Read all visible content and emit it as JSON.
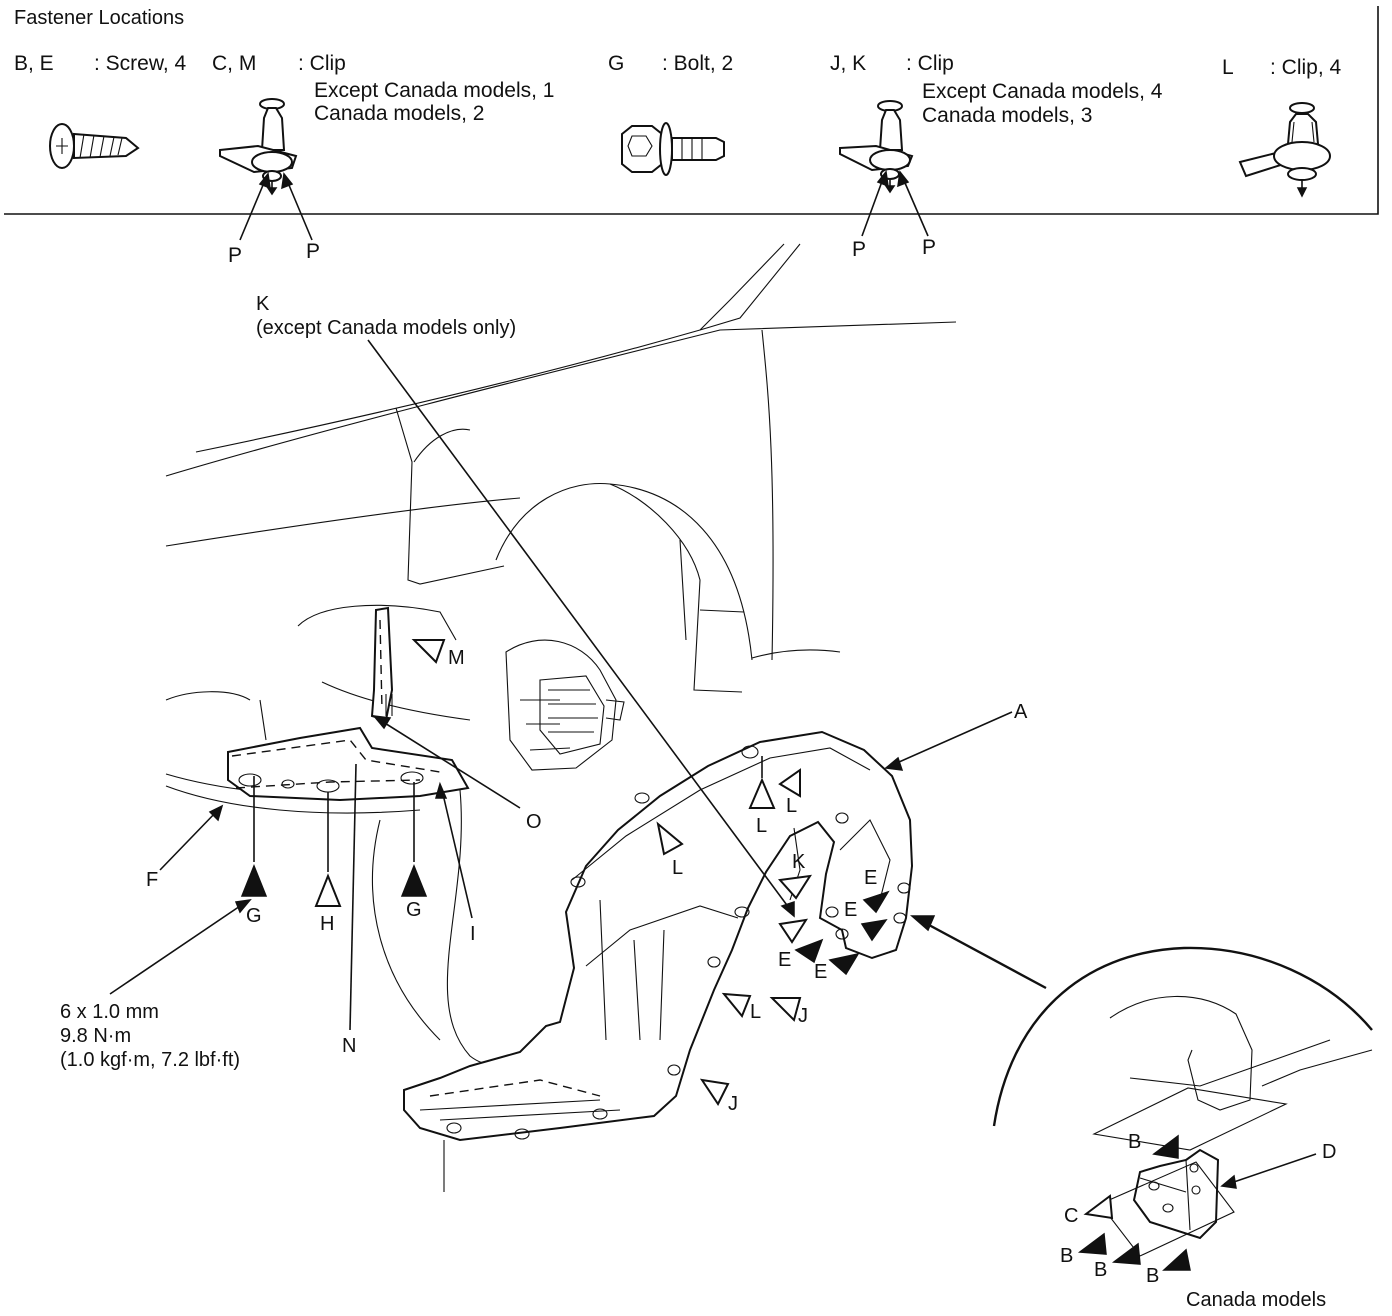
{
  "header": {
    "title": "Fastener Locations",
    "groups": [
      {
        "code": "B, E",
        "desc": ": Screw, 4"
      },
      {
        "code": "C, M",
        "desc": ": Clip",
        "notes": [
          "Except Canada models, 1",
          "Canada models, 2"
        ]
      },
      {
        "code": "G",
        "desc": ": Bolt, 2"
      },
      {
        "code": "J, K",
        "desc": ": Clip",
        "notes": [
          "Except Canada models, 4",
          "Canada models, 3"
        ]
      },
      {
        "code": "L",
        "desc": ": Clip, 4"
      }
    ],
    "pin_label": "P"
  },
  "callouts": {
    "A": "A",
    "B": "B",
    "C": "C",
    "D": "D",
    "E": "E",
    "F": "F",
    "G": "G",
    "H": "H",
    "I": "I",
    "J": "J",
    "K": "K",
    "L": "L",
    "M": "M",
    "N": "N",
    "O": "O"
  },
  "notes": {
    "k_line1": "K",
    "k_line2": "(except Canada models only)",
    "torque_spec": [
      "6 x 1.0 mm",
      "9.8 N·m",
      "(1.0 kgf·m, 7.2 lbf·ft)"
    ],
    "canada_caption": "Canada models"
  }
}
